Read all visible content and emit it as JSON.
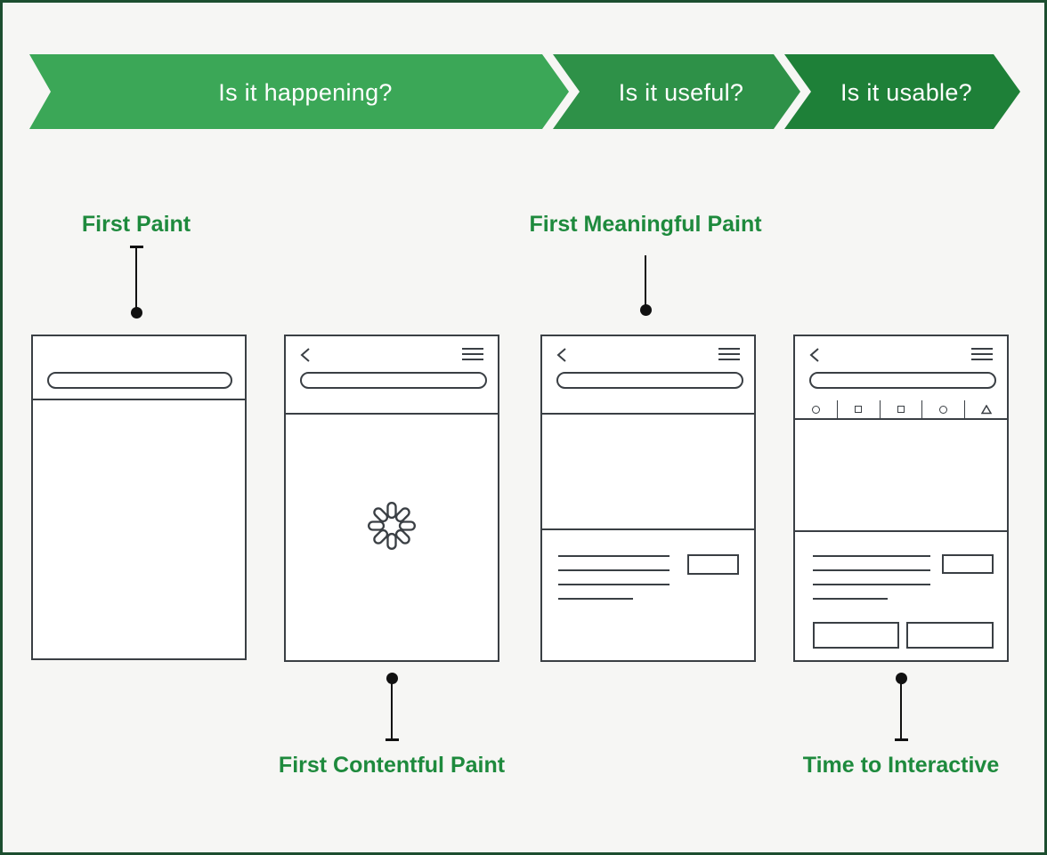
{
  "banner": {
    "stages": [
      {
        "label": "Is it happening?",
        "color": "#3ba757"
      },
      {
        "label": "Is it useful?",
        "color": "#2e9148"
      },
      {
        "label": "Is it usable?",
        "color": "#1e8038"
      }
    ]
  },
  "metrics": {
    "first_paint": {
      "label": "First Paint"
    },
    "first_contentful_paint": {
      "label": "First Contentful Paint"
    },
    "first_meaningful_paint": {
      "label": "First Meaningful Paint"
    },
    "time_to_interactive": {
      "label": "Time to Interactive"
    }
  },
  "phones": {
    "count": 4,
    "browser_toolbar_icons": [
      "circle",
      "square",
      "square",
      "circle",
      "triangle"
    ],
    "header_icons": [
      "back-chevron",
      "hamburger-menu",
      "url-pill"
    ],
    "loading_indicator": "spinner"
  },
  "colors": {
    "background": "#f6f6f4",
    "frame_border": "#1c4e2f",
    "label_green": "#1e8a3d",
    "sketch_line": "#3a3f44",
    "connector": "#111111",
    "banner_text": "#ffffff"
  }
}
